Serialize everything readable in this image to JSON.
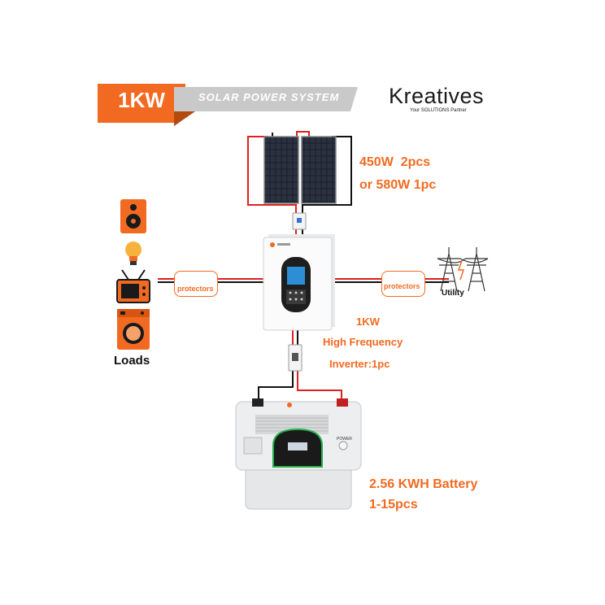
{
  "header": {
    "power_label": "1KW",
    "system_label": "SOLAR POWER SYSTEM",
    "brand": "Kreatives",
    "tagline": "Your SOLUTIONS Partner"
  },
  "panels": {
    "spec_line1": "450W  2pcs",
    "spec_line2": "or 580W 1pc"
  },
  "loads": {
    "label": "Loads",
    "items": [
      "speaker-icon",
      "bulb-icon",
      "tv-icon",
      "washing-machine-icon"
    ]
  },
  "protectors": {
    "left_label": "protectors",
    "right_label": "protectors"
  },
  "utility": {
    "label": "Utility"
  },
  "inverter": {
    "line1": "1KW",
    "line2": "High Frequency",
    "line3": "Inverter:1pc"
  },
  "battery": {
    "line1": "2.56 KWH Battery",
    "line2": "1-15pcs",
    "power_label": "POWER"
  },
  "colors": {
    "accent": "#f26a21",
    "banner_grey": "#c9c9c9",
    "wire_red": "#e02020",
    "wire_black": "#111111"
  }
}
